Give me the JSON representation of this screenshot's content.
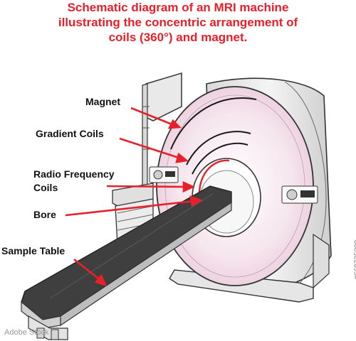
{
  "title": {
    "line1": "Schematic diagram of an MRI machine",
    "line2": "illustrating the concentric arrangement of",
    "line3": "coils (360°) and magnet."
  },
  "labels": {
    "magnet": "Magnet",
    "gradient_coils": "Gradient Coils",
    "rf_line1": "Radio Frequency",
    "rf_line2": "Coils",
    "bore": "Bore",
    "sample_table": "Sample Table"
  },
  "watermark": "Adobe Stock",
  "stock_id": "#668735099",
  "colors": {
    "title": "#e8202a",
    "arrow": "#e8202a",
    "magnet_face": "#f2dbe6",
    "machine_body": "#efefef",
    "table_top": "#3f3f3f"
  }
}
